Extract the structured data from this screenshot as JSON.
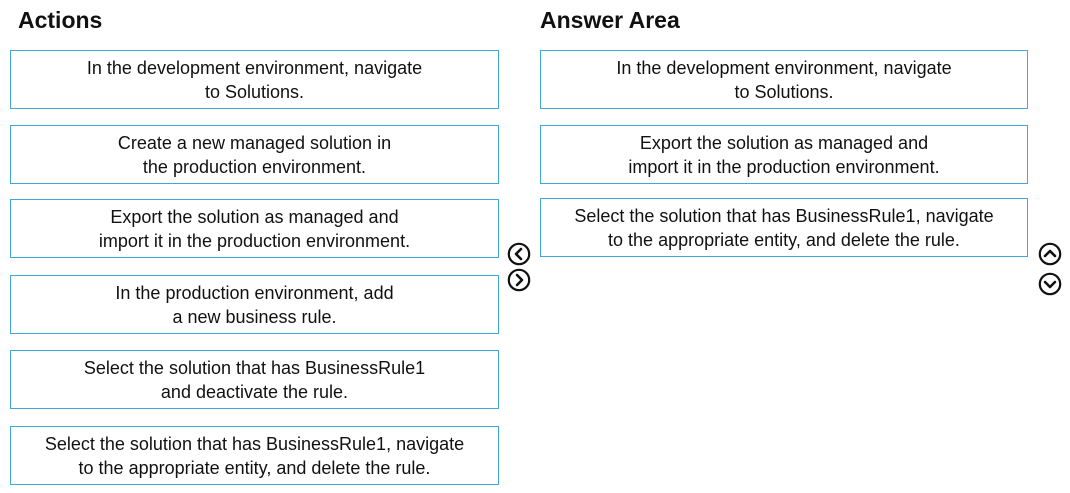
{
  "actions": {
    "heading": "Actions",
    "items": [
      {
        "label": "In the development environment, navigate\nto Solutions."
      },
      {
        "label": "Create a new managed solution in\nthe production environment."
      },
      {
        "label": "Export the solution as managed and\nimport it in the production environment."
      },
      {
        "label": "In the production environment, add\na new business rule."
      },
      {
        "label": "Select the solution that has BusinessRule1\nand deactivate the rule."
      },
      {
        "label": "Select the solution that has BusinessRule1, navigate\nto the appropriate entity, and delete the rule."
      }
    ]
  },
  "answer_area": {
    "heading": "Answer Area",
    "items": [
      {
        "label": "In the development environment, navigate\nto Solutions."
      },
      {
        "label": "Export the solution as managed and\nimport it in the production environment."
      },
      {
        "label": "Select the solution that has BusinessRule1, navigate\nto the appropriate entity, and delete the rule."
      }
    ]
  },
  "controls": {
    "move_left_icon": "chevron-left-circle-icon",
    "move_right_icon": "chevron-right-circle-icon",
    "move_up_icon": "chevron-up-circle-icon",
    "move_down_icon": "chevron-down-circle-icon"
  }
}
